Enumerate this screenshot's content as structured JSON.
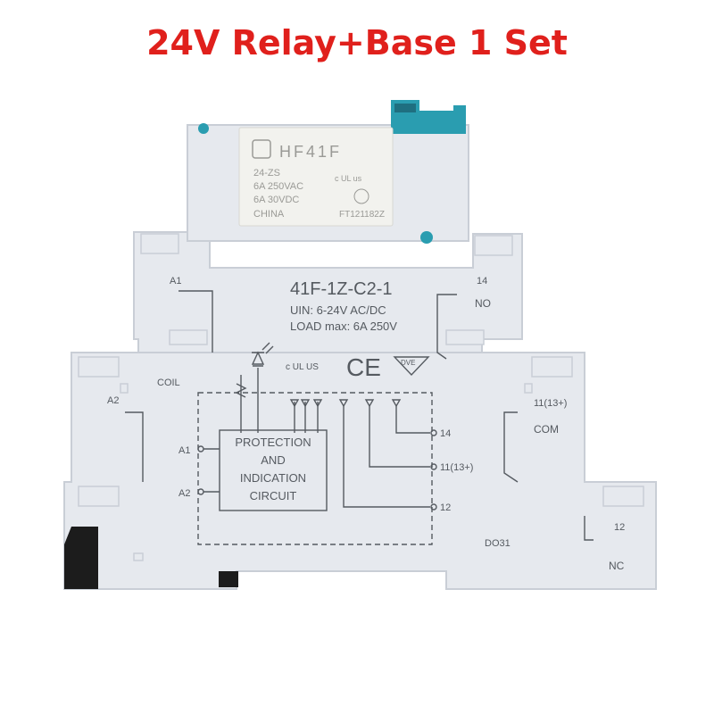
{
  "title": "24V Relay+Base 1 Set",
  "colors": {
    "title": "#e0201c",
    "housing": "#e6e9ee",
    "housing_shadow": "#c9ced6",
    "relay_body": "#f2f2ee",
    "relay_text": "#9a9a96",
    "print": "#555a60",
    "lever": "#2a9db0",
    "rail_clip": "#1c1c1c"
  },
  "relay": {
    "brand": "HF41F",
    "lines": [
      "24-ZS",
      "6A 250VAC",
      "6A 30VDC",
      "CHINA"
    ],
    "cert_mark": "c UL us",
    "code": "FT121182Z"
  },
  "module": {
    "model": "41F-1Z-C2-1",
    "input": "UIN: 6-24V AC/DC",
    "load": "LOAD max: 6A 250V",
    "certs": {
      "cul": "c UL US",
      "ce": "CE",
      "vde": "DVE"
    },
    "terminals": {
      "a1": "A1",
      "a2": "A2",
      "coil": "COIL",
      "no_num": "14",
      "no": "NO",
      "com_num": "11(13+)",
      "com": "COM",
      "nc_num": "12",
      "nc": "NC"
    },
    "circuit": {
      "box_lines": [
        "PROTECTION",
        "AND",
        "INDICATION",
        "CIRCUIT"
      ],
      "a1": "A1",
      "a2": "A2",
      "t14": "14",
      "t11": "11(13+)",
      "t12": "12"
    },
    "code": "DO31"
  }
}
